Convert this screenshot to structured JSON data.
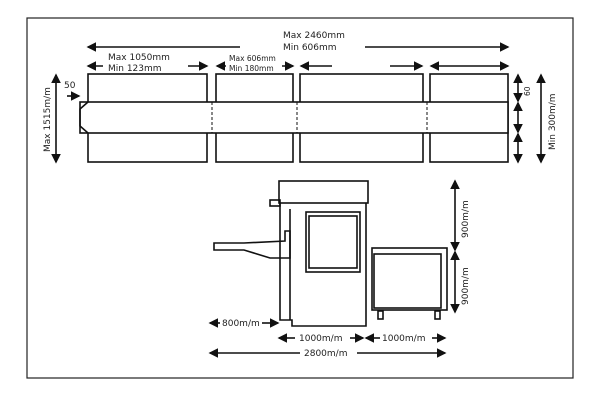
{
  "top_view": {
    "overall_max": "Max  2460mm",
    "overall_min": "Min   606mm",
    "section1_max": "Max  1050mm",
    "section1_min": "Min     123mm",
    "section2_max": "Max  606mm",
    "section2_min": "Min   180mm",
    "offset": "50",
    "height_max": "Max 1515m/m",
    "gap": "60",
    "height_min": "Min 300m/m"
  },
  "side_view": {
    "upper_height": "900m/m",
    "lower_height": "900m/m",
    "infeed": "800m/m",
    "machine_width": "1000m/m",
    "table_width": "1000m/m",
    "total_length": "2800m/m"
  }
}
